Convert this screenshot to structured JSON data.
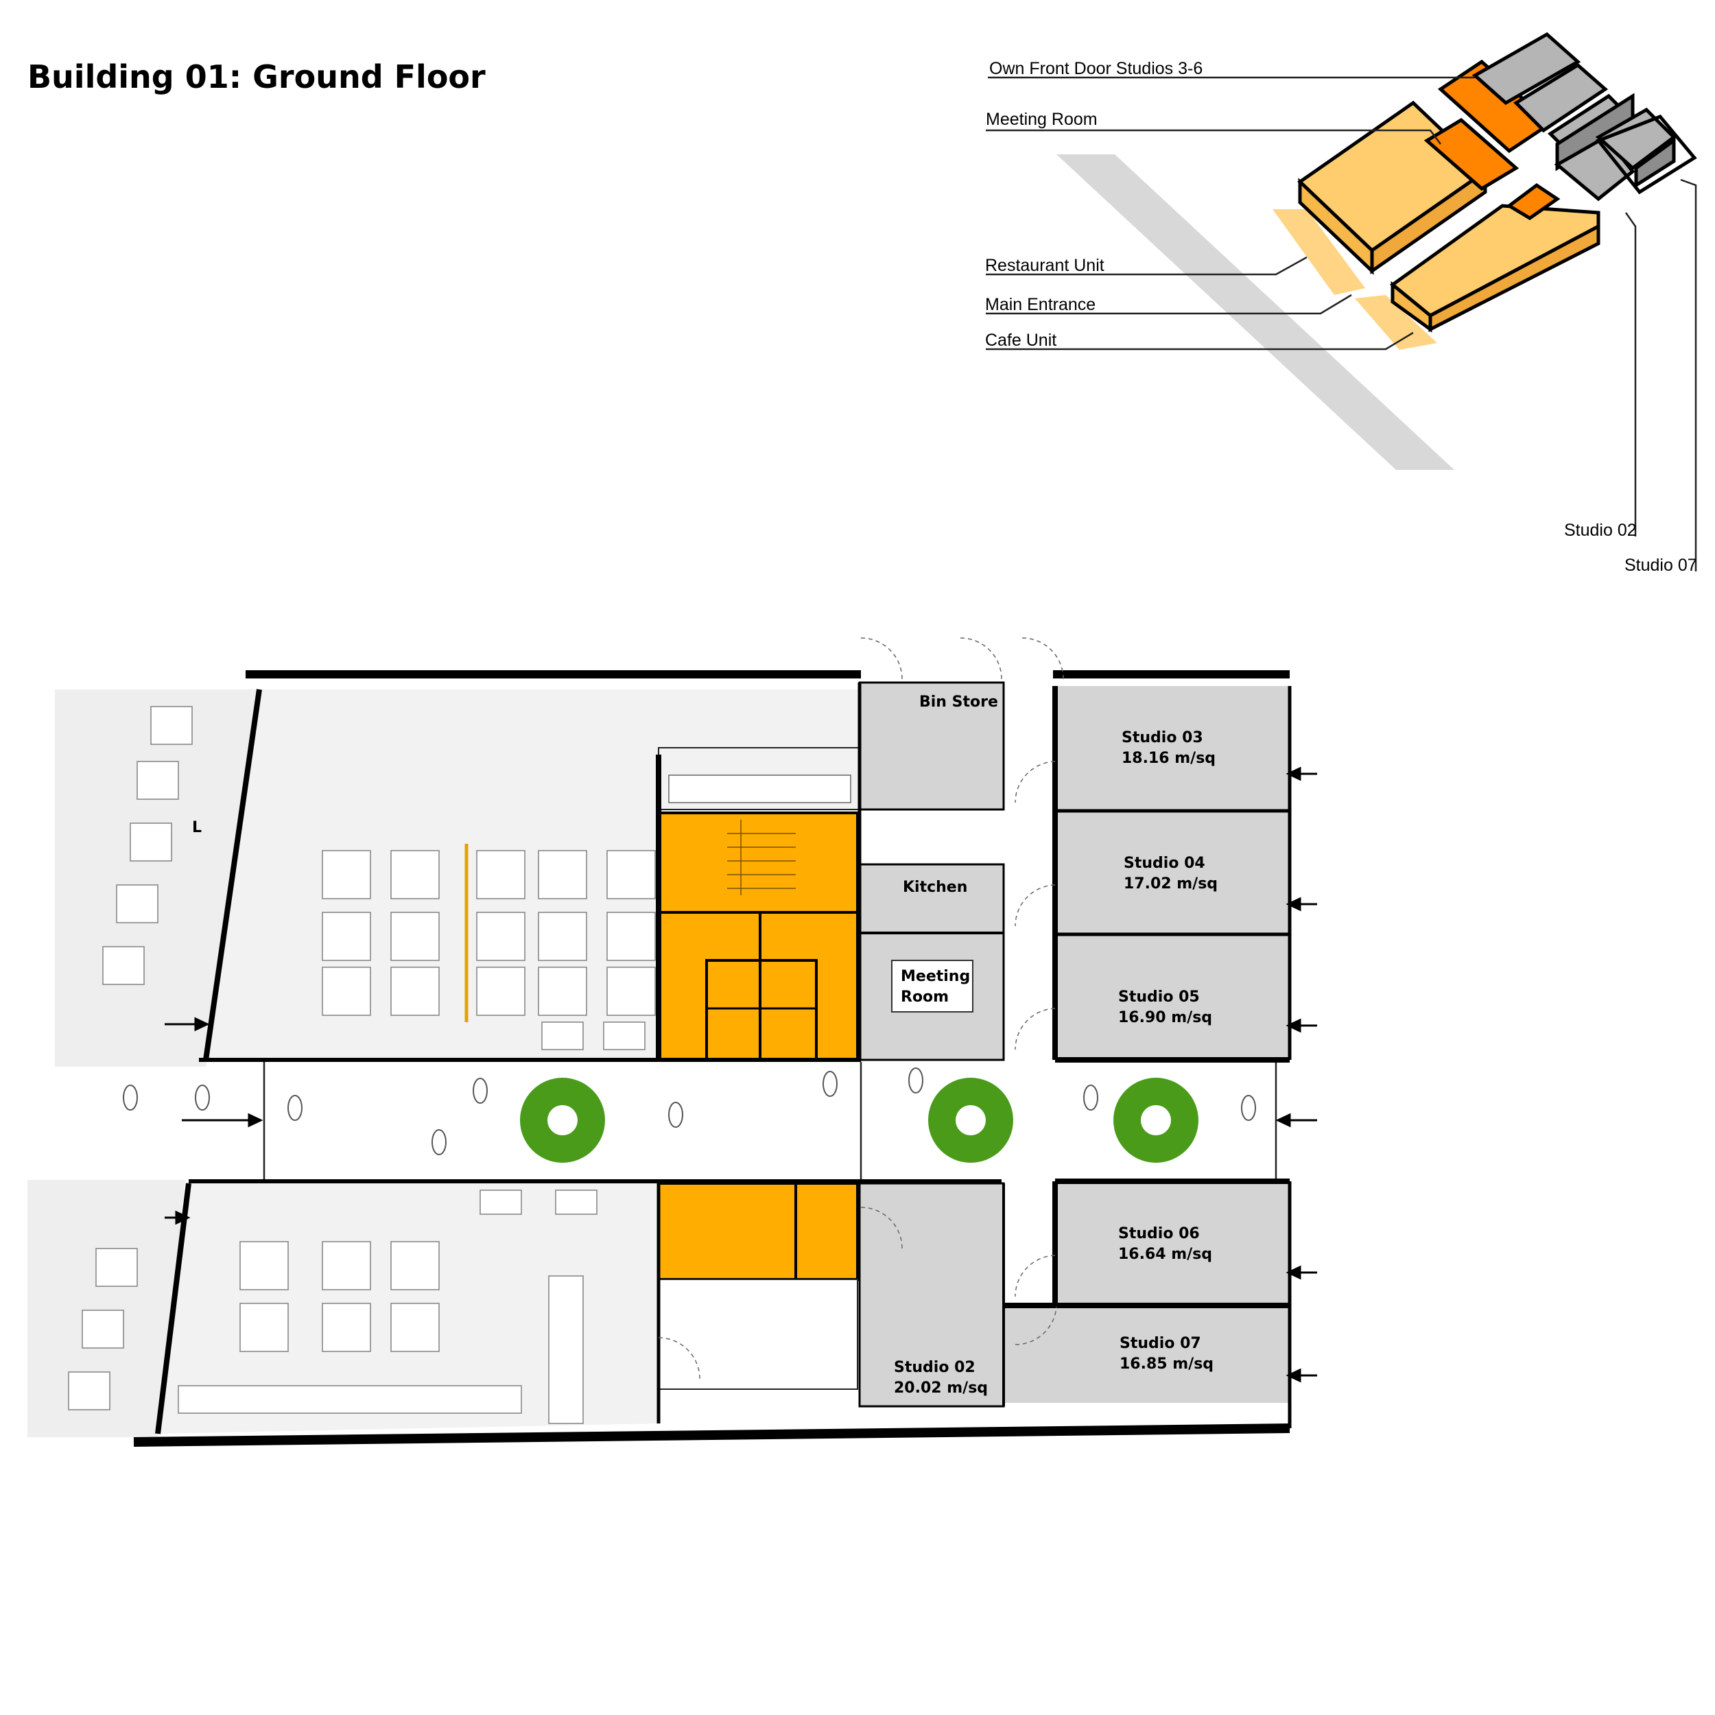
{
  "title": "Building 01: Ground Floor",
  "callouts": {
    "own_front_door": "Own Front Door Studios 3-6",
    "meeting_room": "Meeting Room",
    "restaurant_unit": "Restaurant Unit",
    "main_entrance": "Main Entrance",
    "cafe_unit": "Cafe Unit",
    "studio_02": "Studio 02",
    "studio_07": "Studio 07"
  },
  "rooms": {
    "bin_store": "Bin Store",
    "kitchen": "Kitchen",
    "meeting_room_1": "Meeting",
    "meeting_room_2": "Room",
    "studio03_name": "Studio 03",
    "studio03_area": "18.16 m/sq",
    "studio04_name": "Studio 04",
    "studio04_area": "17.02 m/sq",
    "studio05_name": "Studio 05",
    "studio05_area": "16.90 m/sq",
    "studio06_name": "Studio 06",
    "studio06_area": "16.64 m/sq",
    "studio07_name": "Studio 07",
    "studio07_area": "16.85 m/sq",
    "studio02_name": "Studio 02",
    "studio02_area": "20.02 m/sq",
    "misc_L": "L"
  },
  "colors": {
    "service_orange": "#ffad00",
    "meeting_orange": "#ff8400",
    "unit_yellow": "#ffcd6e",
    "studio_grey": "#d4d4d4",
    "floor_grey": "#f2f2f2",
    "tree_green": "#4a9b1a"
  },
  "icons": [
    "tree-icon",
    "person-icon",
    "entry-arrow-icon"
  ]
}
